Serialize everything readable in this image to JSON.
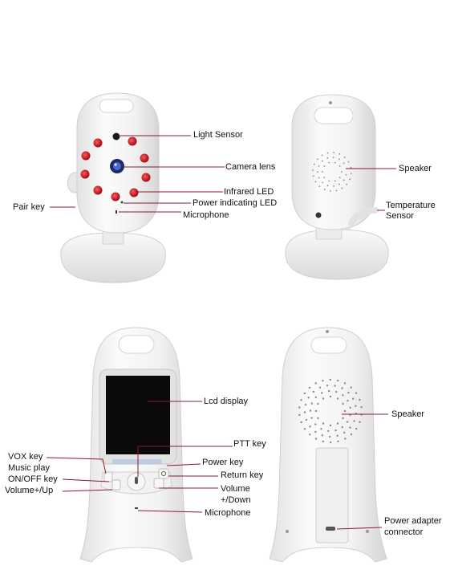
{
  "panels": {
    "camera_front": {
      "labels": {
        "light_sensor": "Light Sensor",
        "camera_lens": "Camera lens",
        "infrared_led": "Infrared LED",
        "power_led": "Power indicating LED",
        "microphone": "Microphone",
        "pair_key": "Pair key"
      }
    },
    "camera_back": {
      "labels": {
        "speaker": "Speaker",
        "temperature_sensor_line1": "Temperature",
        "temperature_sensor_line2": "Sensor"
      }
    },
    "monitor_front": {
      "labels": {
        "lcd_display": "Lcd display",
        "ptt_key": "PTT key",
        "power_key": "Power key",
        "return_key": "Return key",
        "volume_down_line1": "Volume",
        "volume_down_line2": "+/Down",
        "microphone": "Microphone",
        "vox_key": "VOX key",
        "music_play": "Music play",
        "on_off_key": "ON/OFF key",
        "volume_up": "Volume+/Up"
      }
    },
    "monitor_back": {
      "labels": {
        "speaker": "Speaker",
        "power_adapter_line1": "Power adapter",
        "power_adapter_line2": "connector"
      }
    }
  },
  "colors": {
    "leader_line": "#8a1c2c",
    "body_white": "#f4f4f4",
    "body_shadow": "#d8d8d8",
    "ir_led": "#c8141e",
    "screen": "#0a0a0a"
  }
}
